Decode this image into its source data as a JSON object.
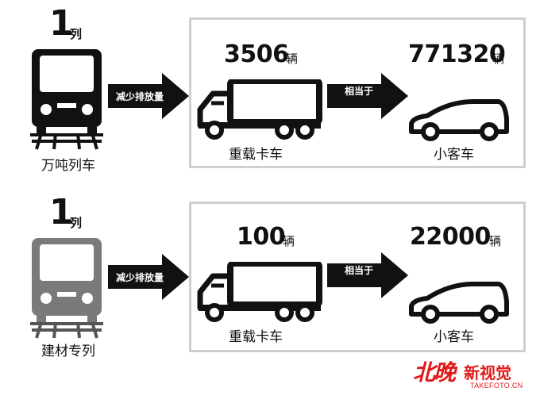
{
  "rows": [
    {
      "count": "1",
      "count_unit": "列",
      "train_label": "万吨列车",
      "arrow1_label": "减少排放量",
      "truck_number": "3506",
      "truck_unit": "辆",
      "truck_label": "重载卡车",
      "arrow2_label": "相当于",
      "car_number": "771320",
      "car_unit": "辆",
      "car_label": "小客车",
      "train_color": "#111111"
    },
    {
      "count": "1",
      "count_unit": "列",
      "train_label": "建材专列",
      "arrow1_label": "减少排放量",
      "truck_number": "100",
      "truck_unit": "辆",
      "truck_label": "重载卡车",
      "arrow2_label": "相当于",
      "car_number": "22000",
      "car_unit": "辆",
      "car_label": "小客车",
      "train_color": "#7a7a7a"
    }
  ],
  "logo": {
    "main": "北晚",
    "sub": "新视觉",
    "url": "TAKEFOTO.CN"
  }
}
